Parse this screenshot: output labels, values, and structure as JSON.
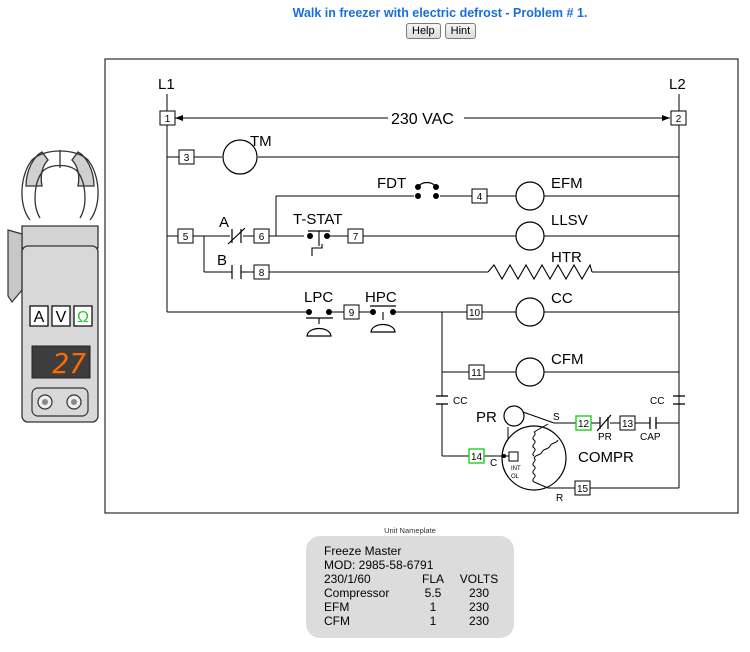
{
  "title": "Walk in freezer with electric defrost - Problem # 1.",
  "buttons": {
    "help": "Help",
    "hint": "Hint"
  },
  "meter": {
    "modes": [
      "A",
      "V",
      "Ω"
    ],
    "active_mode": "Ω",
    "display": "27",
    "active_color": "#22cc22",
    "display_color": "#ff6a00"
  },
  "diagram": {
    "lines": {
      "l1": "L1",
      "l2": "L2"
    },
    "voltage": "230 VAC",
    "components": {
      "tm": "TM",
      "fdt": "FDT",
      "efm": "EFM",
      "a": "A",
      "tstat": "T-STAT",
      "llsv": "LLSV",
      "b": "B",
      "htr": "HTR",
      "lpc": "LPC",
      "hpc": "HPC",
      "cc": "CC",
      "cfm": "CFM",
      "cc_cap_left": "CC",
      "cc_cap_right": "CC",
      "pr": "PR",
      "pr_contact": "PR",
      "cap": "CAP",
      "compr": "COMPR",
      "s": "S",
      "c": "C",
      "r": "R",
      "int": "INT",
      "ol": "OL"
    },
    "terminals": {
      "t1": "1",
      "t2": "2",
      "t3": "3",
      "t4": "4",
      "t5": "5",
      "t6": "6",
      "t7": "7",
      "t8": "8",
      "t9": "9",
      "t10": "10",
      "t11": "11",
      "t12": "12",
      "t13": "13",
      "t14": "14",
      "t15": "15"
    },
    "highlight_color": "#22cc22"
  },
  "nameplate": {
    "caption": "Unit Nameplate",
    "brand": "Freeze Master",
    "model": "MOD: 2985-58-6791",
    "header": [
      "230/1/60",
      "FLA",
      "VOLTS"
    ],
    "rows": [
      [
        "Compressor",
        "5.5",
        "230"
      ],
      [
        "EFM",
        "1",
        "230"
      ],
      [
        "CFM",
        "1",
        "230"
      ]
    ]
  }
}
